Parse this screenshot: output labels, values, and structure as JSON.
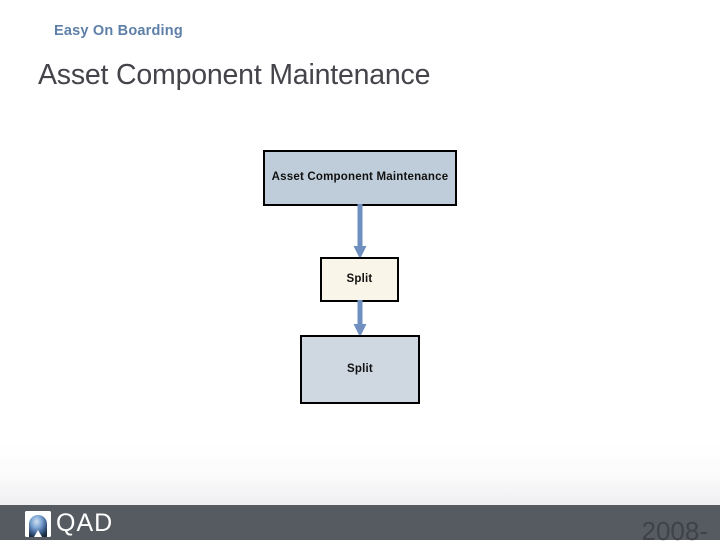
{
  "header": {
    "eyebrow": "Easy On Boarding",
    "title": "Asset Component Maintenance"
  },
  "flowchart": {
    "nodes": [
      {
        "label": "Asset Component Maintenance",
        "fill": "#bfcdda",
        "border": "#000000"
      },
      {
        "label": "Split",
        "fill": "#f9f5e8",
        "border": "#000000"
      },
      {
        "label": "Split",
        "fill": "#cfd7e0",
        "border": "#000000"
      }
    ],
    "connectors": [
      {
        "from": "Asset Component Maintenance",
        "to": "Split",
        "color": "#6e8fc0",
        "direction": "down"
      },
      {
        "from": "Split",
        "to": "Split",
        "color": "#6e8fc0",
        "direction": "down"
      }
    ]
  },
  "footer": {
    "logo_text": "QAD",
    "logo_mark": "qad-arch-icon",
    "year": "2008-",
    "bar_color": "#565b61"
  },
  "colors": {
    "accent_blue": "#5d7fa8",
    "arrow_blue": "#6e8fc0",
    "title_gray": "#44444a",
    "footer_gray": "#565b61"
  }
}
